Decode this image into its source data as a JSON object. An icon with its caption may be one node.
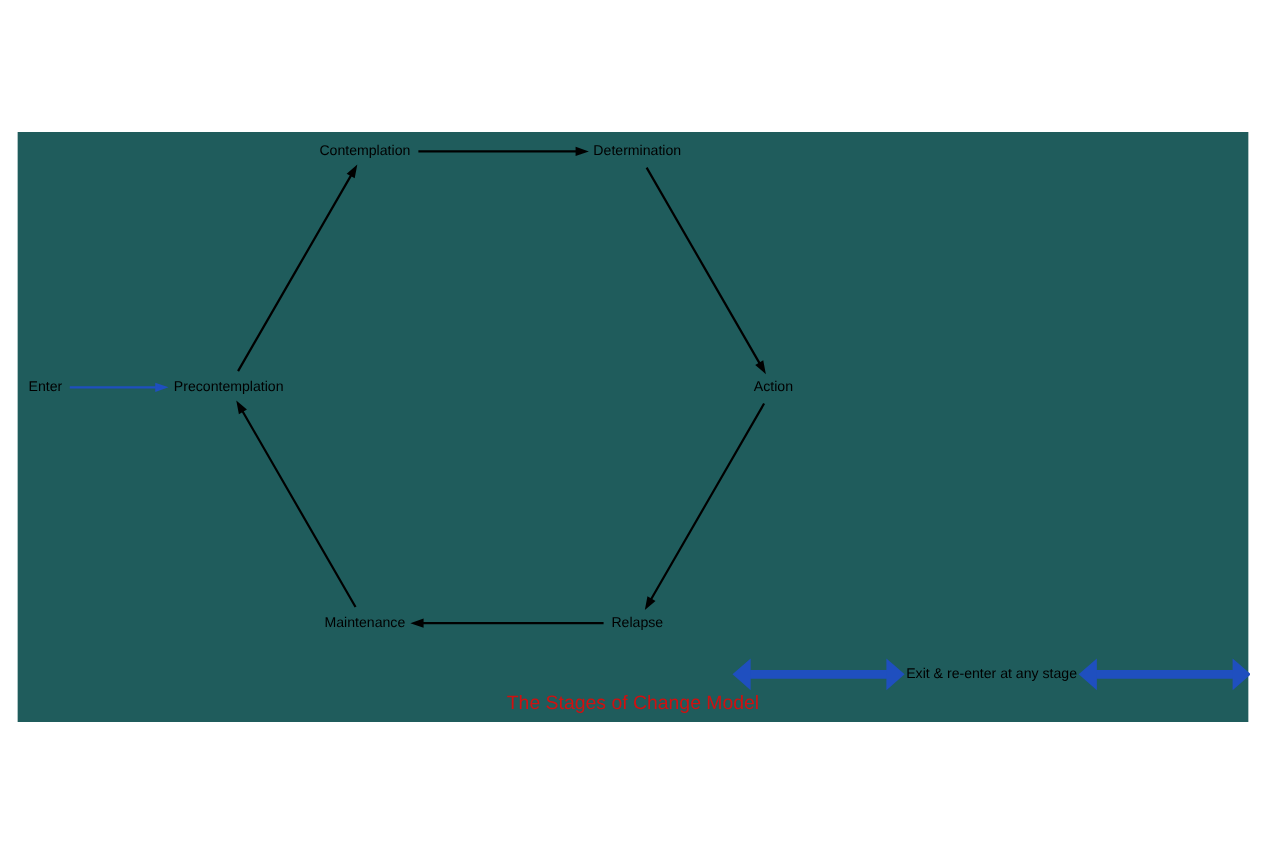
{
  "diagram": {
    "title": "The Stages of Change Model",
    "nodes": [
      {
        "text": [
          "Enter"
        ]
      },
      {
        "text": [
          "Precontemplation"
        ]
      },
      {
        "text": [
          "Contemplation"
        ]
      },
      {
        "text": [
          "Determination"
        ]
      },
      {
        "text": [
          "Action"
        ]
      },
      {
        "text": [
          "Relapse"
        ]
      },
      {
        "text": [
          "Maintenance"
        ]
      },
      {
        "text": [
          "Exit & re-enter at any stage"
        ]
      }
    ],
    "edges": [
      {
        "from": 0,
        "to": 1,
        "arrow": "to",
        "color": "#1f4fbf"
      },
      {
        "from": 1,
        "to": 2,
        "arrow": "to"
      },
      {
        "from": 2,
        "to": 3,
        "arrow": "to"
      },
      {
        "from": 3,
        "to": 4,
        "arrow": "to"
      },
      {
        "from": 4,
        "to": 5,
        "arrow": "to"
      },
      {
        "from": 5,
        "to": 6,
        "arrow": "to"
      },
      {
        "from": 6,
        "to": 1,
        "arrow": "to"
      },
      {
        "from": null,
        "to": 7,
        "arrow": "both",
        "style": "thick",
        "color": "#1f4fbf"
      },
      {
        "from": null,
        "to": 7,
        "arrow": "both",
        "style": "thick",
        "color": "#1f4fbf"
      }
    ]
  }
}
